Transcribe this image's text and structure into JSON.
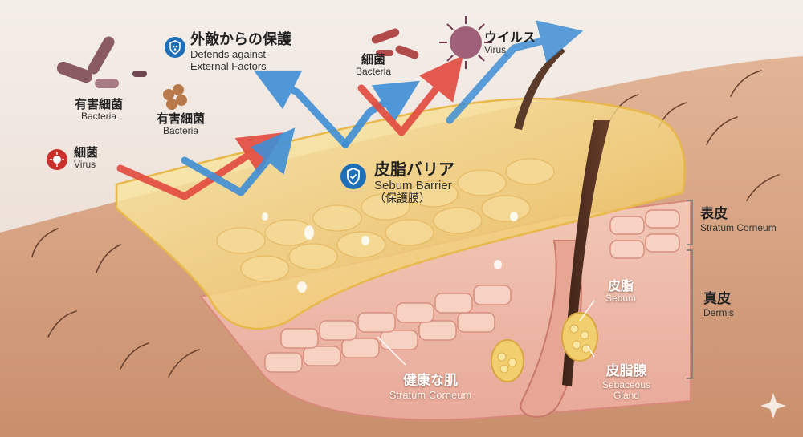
{
  "colors": {
    "background": "#efe6df",
    "skin": "#d9a98a",
    "sebum": "#f3d27a",
    "arrow_blue": "#3f8fd6",
    "arrow_red": "#e24a3f",
    "shield_blue": "#1f6fb8",
    "virus_red": "#c9302c",
    "bacteria": "#8a5a62"
  },
  "labels": {
    "protect": {
      "jp": "外敵からの保護",
      "en1": "Defends against",
      "en2": "External Factors",
      "icon": "shield-stars-icon"
    },
    "bacteria_top": {
      "jp": "細菌",
      "en": "Bacteria",
      "icon": "bacteria-rods-icon"
    },
    "virus_top": {
      "jp": "ウイルス",
      "en": "Virus",
      "icon": "virus-icon"
    },
    "harmful_bacteria_left": {
      "jp": "有害細菌",
      "en": "Bacteria",
      "icon": "bacteria-capsules-icon"
    },
    "harmful_bacteria_mid": {
      "jp": "有害細菌",
      "en": "Bacteria",
      "icon": "bacteria-cocci-icon"
    },
    "germ_left": {
      "jp": "細菌",
      "en": "Virus",
      "icon": "virus-badge-icon"
    },
    "sebum_barrier": {
      "jp": "皮脂バリア",
      "en": "Sebum Barrier",
      "sub": "（保護膜）",
      "icon": "shield-check-icon"
    },
    "epidermis": {
      "jp": "表皮",
      "en": "Stratum Corneum"
    },
    "dermis": {
      "jp": "真皮",
      "en": "Dermis"
    },
    "sebum": {
      "jp": "皮脂",
      "en": "Sebum"
    },
    "sebaceous_gland": {
      "jp": "皮脂腺",
      "en1": "Sebaceous",
      "en2": "Gland"
    },
    "healthy_skin": {
      "jp": "健康な肌",
      "en": "Stratum Corneum"
    }
  }
}
